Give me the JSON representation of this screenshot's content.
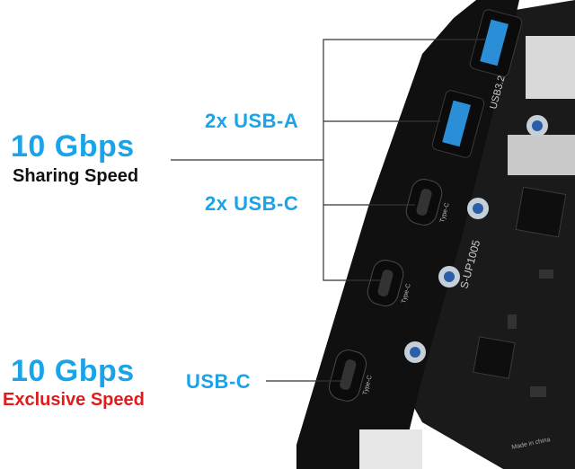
{
  "colors": {
    "accent_blue": "#1aa3e8",
    "exclusive_red": "#e01b1b",
    "text_black": "#111111",
    "bracket_black": "#101010",
    "pcb_black": "#1a1a1a",
    "port_blue": "#2a8fd6"
  },
  "sharing": {
    "speed": "10 Gbps",
    "caption": "Sharing Speed"
  },
  "exclusive": {
    "speed": "10 Gbps",
    "caption": "Exclusive Speed"
  },
  "ports": {
    "usb_a_label": "2x USB-A",
    "usb_c_shared_label": "2x USB-C",
    "usb_c_exclusive_label": "USB-C"
  },
  "board_markings": {
    "usb_version": "USB3.2",
    "type_c": "Type-C",
    "model": "S-UP1005",
    "origin": "Made in china"
  }
}
